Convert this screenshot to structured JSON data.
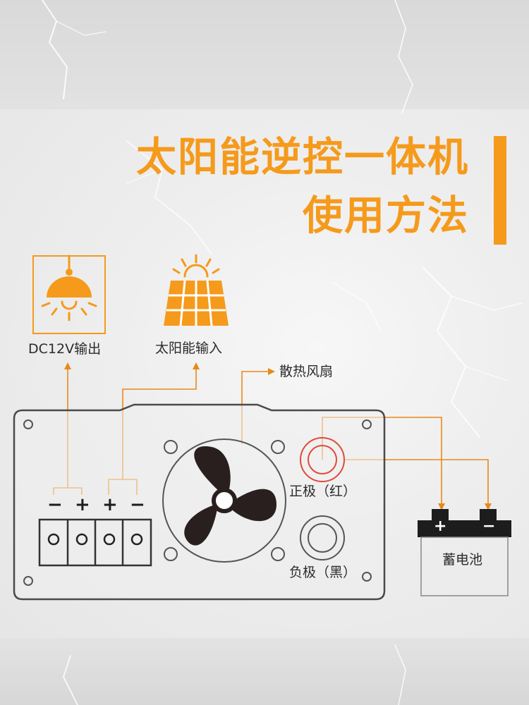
{
  "title": {
    "line1": "太阳能逆控一体机",
    "line2": "使用方法"
  },
  "labels": {
    "dc_output": "DC12V输出",
    "solar_input": "太阳能输入",
    "cooling_fan": "散热风扇",
    "positive": "正极（红）",
    "negative": "负极（黑）",
    "battery": "蓄电池"
  },
  "terminal_signs": [
    "−",
    "+",
    "+",
    "−"
  ],
  "battery_signs": {
    "plus": "+",
    "minus": "−"
  },
  "colors": {
    "accent": "#f59a1b",
    "line": "#e8891a",
    "outline": "#555555",
    "red_ring": "#e04a3a"
  },
  "icons": [
    "lamp-icon",
    "solar-panel-icon",
    "fan-icon",
    "battery-icon"
  ]
}
